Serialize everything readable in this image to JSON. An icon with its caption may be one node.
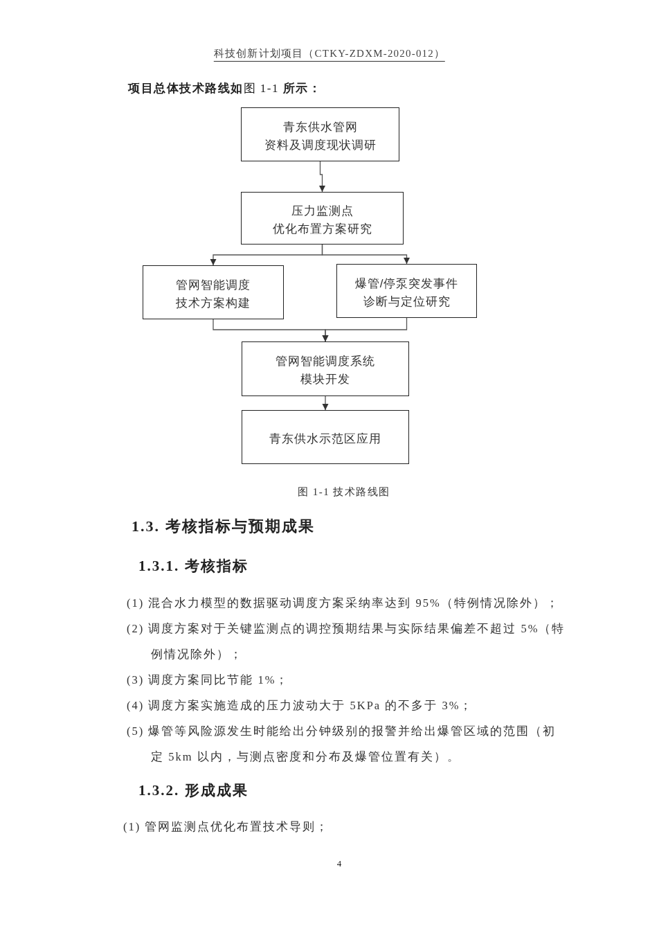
{
  "diagram": {
    "caption": "图 1-1 技术路线图",
    "nodes": [
      {
        "text": [
          "青东供水管网资料及调度现状调研"
        ]
      },
      {
        "text": [
          "压力监测点优化布置方案研究"
        ]
      },
      {
        "text": [
          "管网智能调度技术方案构建"
        ]
      },
      {
        "text": [
          "爆管/停泵突发事件诊断与定位研究"
        ]
      },
      {
        "text": [
          "管网智能调度系统模块开发"
        ]
      },
      {
        "text": [
          "青东供水示范区应用"
        ]
      }
    ],
    "edges": [
      {
        "from": 0,
        "to": 1,
        "arrow": "to"
      },
      {
        "from": 1,
        "to": 2,
        "arrow": "to"
      },
      {
        "from": 1,
        "to": 3,
        "arrow": "to"
      },
      {
        "from": 2,
        "to": 4,
        "arrow": "to"
      },
      {
        "from": 3,
        "to": 4,
        "arrow": "to"
      },
      {
        "from": 4,
        "to": 5,
        "arrow": "to"
      }
    ],
    "labels": [
      "科技创新计划项目（CTKY-ZDXM-2020-012）",
      "**项目总体技术路线如**图 1-1 **所示：**",
      "1.3. 考核指标与预期成果",
      "1.3.1. 考核指标",
      "(1) 混合水力模型的数据驱动调度方案采纳率达到 95%（特例情况除外）；",
      "(2) 调度方案对于关键监测点的调控预期结果与实际结果偏差不超过 5%（特例情况除外）；",
      "(3) 调度方案同比节能 1%；",
      "(4) 调度方案实施造成的压力波动大于 5KPa 的不多于 3%；",
      "(5) 爆管等风险源发生时能给出分钟级别的报警并给出爆管区域的范围（初定 5km 以内，与测点密度和分布及爆管位置有关）。",
      "1.3.2. 形成成果",
      "(1) 管网监测点优化布置技术导则；",
      "4"
    ]
  }
}
